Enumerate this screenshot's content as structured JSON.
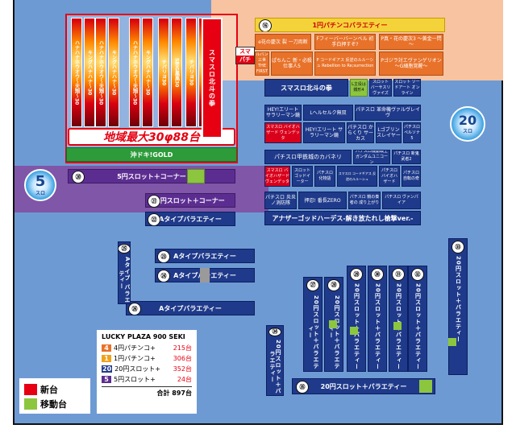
{
  "upper_banks": [
    {
      "num": "⑯",
      "title": "1円パチンコバラエティー"
    },
    {
      "num": "",
      "title": "スマスロ北斗の拳"
    }
  ],
  "feature": {
    "headline": "地域最大30φ88台",
    "sub": "沖ドキ!GOLD",
    "columns": [
      "ハナハナホウオウ～天翔～30",
      "キングハナハナ～30",
      "ハナハナホウオウ～天翔～30",
      "キングハナハナ～30",
      "ハナハナホウオウ～天翔～30",
      "キングハナハナ～30",
      "チバリヨ30",
      "SBIG鳳凰30",
      "チバリヨ30",
      "スーパーハナハナ30"
    ]
  },
  "top_sign": {
    "line1": "スマ",
    "line2": "パチ"
  },
  "machines_top": [
    "Fフィーバーバーンベル 初手白押すぞ?",
    "P真・花の慶次3 ～黄金一閃～",
    "e花の慶次 裂 一刀両断",
    "ぱちんこ 新・必殺仕事人5",
    "ルパン三世 THE FIRST",
    "Pゴジラ対エヴァンゲリオン ～G細胞覚醒～",
    "P コードギアス 反逆のルルーシュ Rebellion to Re;surrection"
  ],
  "machines_slot": [
    "スロット バーサスリヴァイズ",
    "スロット ソードアート オンライン",
    "L主役は銭形4",
    "HEY!エリート サラリーマン鏡",
    "Lヘルセルク無双",
    "パチスロ 革命機ヴァルヴレイヴ",
    "スマスロ バイオハザード ヴェンデッタ",
    "HEY!エリート サラリーマン鏡",
    "パチスロ からくり サーカス",
    "Lゴブリン スレイヤー",
    "パチスロ ペルソナ5",
    "パチスロ甲鉄城のカバネリ",
    "パチスロ機動戦士 ガンダムユニコーン",
    "パチスロ 新鬼武者2",
    "スマスロ バイオハザード ヴェンデッタ",
    "スロット ゴッドイーター",
    "パチスロ 化物語",
    "スマスロ コードギアス 反逆のルルーシュ",
    "パチスロ バイオハザード",
    "パチスロ 自転の奇",
    "パチスロ 炎炎ノ消防隊",
    "押忍! 番長ZERO",
    "パチスロ 鏡の奏者の 成り上がり",
    "パチスロ ヴァンパイア",
    "アナザーゴッドハーデス-解き放たれし槍撃ver.-"
  ],
  "rows": [
    {
      "num": "⑳",
      "label": "5円スロット＋コーナー"
    },
    {
      "num": "㉑",
      "label": "5円スロット＋コーナー"
    },
    {
      "num": "㉒",
      "label": "Aタイプバラエティー"
    },
    {
      "num": "㉓",
      "label": "Aタイプバラエティー"
    },
    {
      "num": "㉔",
      "label": "Aタイプバラエティー"
    },
    {
      "num": "㉖",
      "label": "Aタイプバラエティー"
    },
    {
      "num": "㉟",
      "label": "20円スロット＋バラエティー"
    }
  ],
  "verticals": [
    {
      "num": "㉕",
      "label": "Aタイプ バラエティー"
    },
    {
      "num": "㉗",
      "label": "20円スロット＋バラエティー"
    },
    {
      "num": "㉘",
      "label": "20円スロット＋バラエティー"
    },
    {
      "num": "㉙",
      "label": "20円スロット＋バラエティー"
    },
    {
      "num": "㉚",
      "label": "20円スロット＋バラエティー"
    },
    {
      "num": "㉛",
      "label": "20円スロット＋バラエティー"
    },
    {
      "num": "㉜",
      "label": "20円スロット＋バラエティー"
    },
    {
      "num": "㉝",
      "label": "20円スロット＋バラエティー"
    },
    {
      "num": "㉞",
      "label": "20円スロット＋バラエティー"
    }
  ],
  "badges": {
    "left": {
      "main": "5",
      "sub": "スロ"
    },
    "right": {
      "main": "20",
      "sub": "スロ"
    }
  },
  "summary": {
    "title": "LUCKY PLAZA 900 SEKI",
    "lines": [
      {
        "tag": "4",
        "tag_color": "#e8722a",
        "name": "4円パチンコ+",
        "count": "215台"
      },
      {
        "tag": "1",
        "tag_color": "#f0a21a",
        "name": "1円パチンコ+",
        "count": "306台"
      },
      {
        "tag": "20",
        "tag_color": "#1f3a8a",
        "name": "20円スロット+",
        "count": "352台"
      },
      {
        "tag": "5",
        "tag_color": "#5c2d91",
        "name": "5円スロット+",
        "count": "24台"
      }
    ],
    "total_label": "合計",
    "total": "897台"
  },
  "legend": [
    {
      "color": "#e60012",
      "label": "新台"
    },
    {
      "color": "#8cc63f",
      "label": "移動台"
    }
  ]
}
